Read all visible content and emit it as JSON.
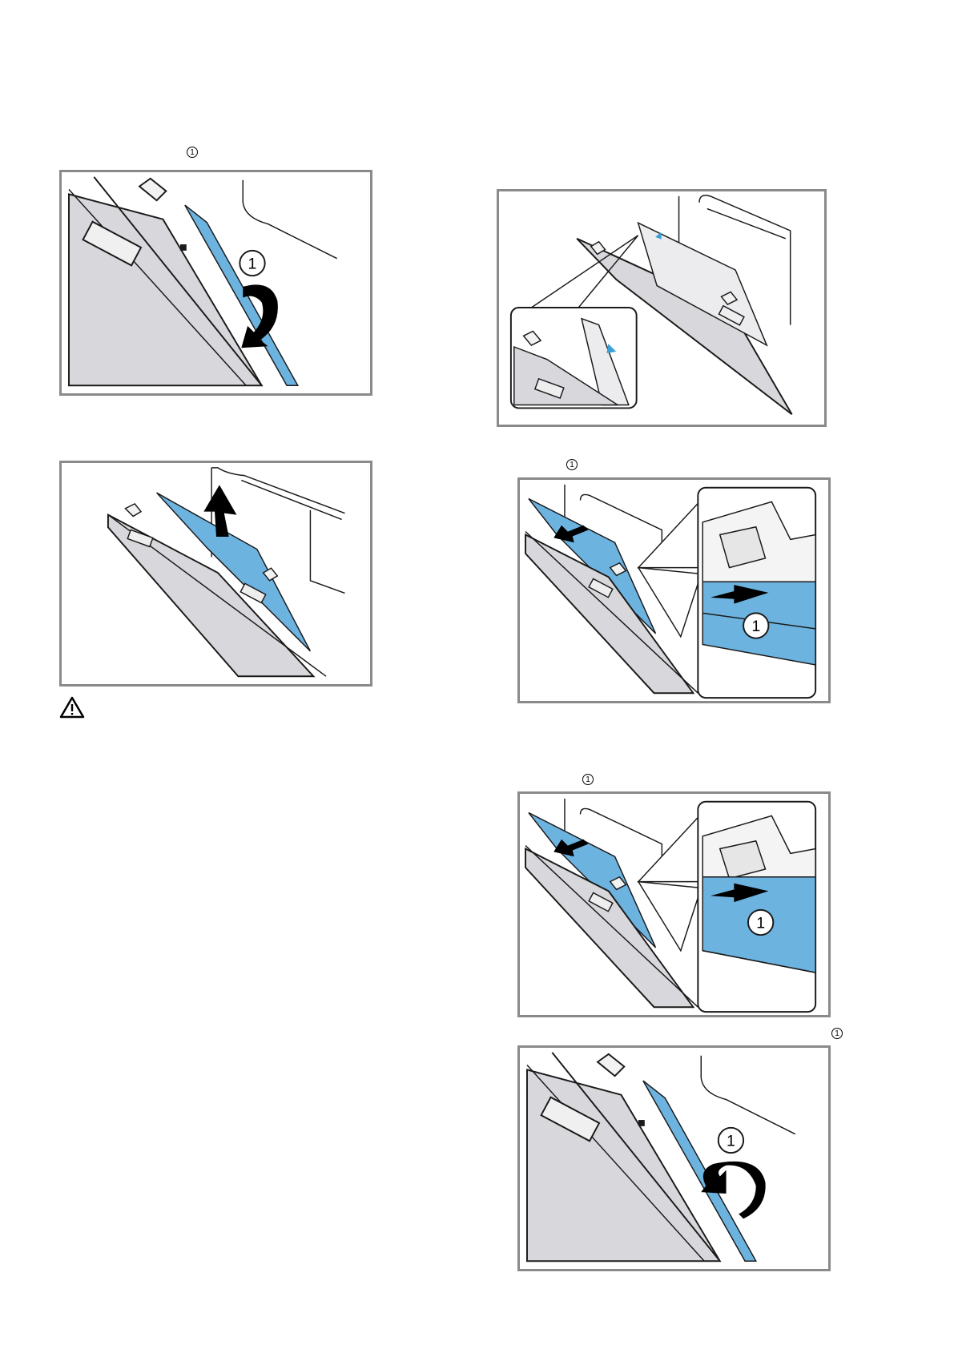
{
  "markers": {
    "step_left_1": "1",
    "step_right_4": "1",
    "step_right_5": "1",
    "step_right_6": "1"
  },
  "figures": {
    "fig1_callout": "1",
    "fig4_callout": "1",
    "fig5_callout": "1",
    "fig6_callout": "1"
  },
  "colors": {
    "glass_blue": "#6db3e0",
    "door_grey": "#d8d8dc",
    "frame_grey": "#8a8a8a",
    "line": "#1a1a1a"
  },
  "icons": {
    "warning": "warning-triangle-icon"
  }
}
